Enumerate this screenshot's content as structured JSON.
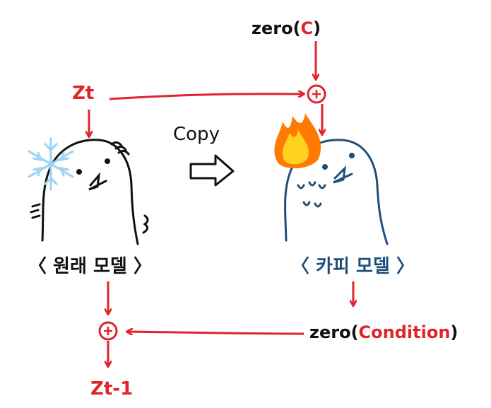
{
  "labels": {
    "zero_c_prefix": "zero(",
    "zero_c_var": "C",
    "zero_c_suffix": ")",
    "zt": "Zt",
    "copy": "Copy",
    "original_model": "〈 원래 모델 〉",
    "copy_model": "〈 카피 모델 〉",
    "zero_cond_prefix": "zero(",
    "zero_cond_var": "Condition",
    "zero_cond_suffix": ")",
    "zt_minus_1": "Zt-1"
  },
  "icons": {
    "snowflake": "snowflake-icon",
    "fire": "fire-icon",
    "plus_circle": "plus-circle-icon",
    "arrow": "arrow-icon"
  },
  "colors": {
    "red": "#e0242b",
    "black": "#111111",
    "blue": "#1f4e79",
    "ice": "#9fd4f5",
    "fire_outer": "#ff7a00",
    "fire_inner": "#ffd21f"
  }
}
